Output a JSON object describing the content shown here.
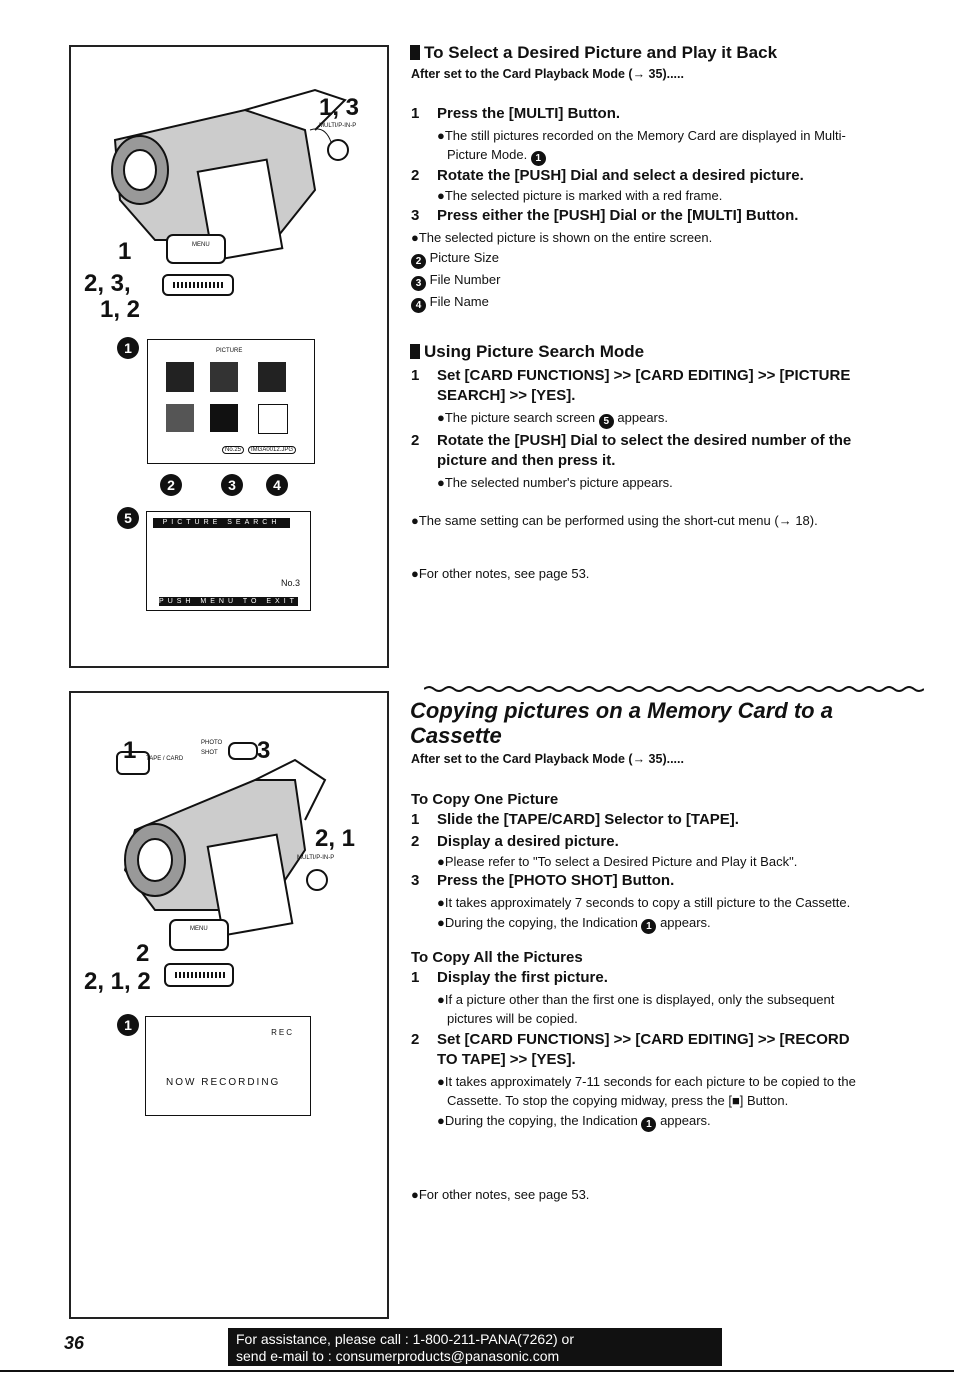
{
  "top_figure": {
    "labels": {
      "one_three": "1, 3",
      "one": "1",
      "two_three": "2, 3,",
      "one_two": "1, 2"
    },
    "small": {
      "multi": "MULTI/P-IN-P",
      "menu": "MENU",
      "picture": "PICTURE",
      "file_size": "No.25",
      "file_name": "IMGA0012.JPG"
    },
    "callouts": {
      "c1": "1",
      "c2": "2",
      "c3": "3",
      "c4": "4",
      "c5": "5"
    },
    "search_screen": {
      "top_bar": "PICTURE SEARCH",
      "no_label": "No.3",
      "bottom_bar": "PUSH MENU TO EXIT"
    }
  },
  "section1": {
    "heading": "To Select a Desired Picture and Play it Back",
    "subheading": "After set to the Card Playback Mode (→ 35).....",
    "steps": [
      {
        "num": "1",
        "text": "Press the [MULTI] Button."
      },
      {
        "num": "2",
        "text": "Rotate the [PUSH] Dial and select a desired picture."
      },
      {
        "num": "3",
        "text": "Press either the [PUSH] Dial or the [MULTI] Button."
      }
    ],
    "note1a": "●The still pictures recorded on the Memory Card are displayed in Multi-",
    "note1b": "Picture Mode.",
    "note1_icon": "1",
    "note2": "●The selected picture is marked with a red frame.",
    "note3": "●The selected picture is shown on the entire screen.",
    "legend": [
      {
        "icon": "2",
        "text": "Picture Size"
      },
      {
        "icon": "3",
        "text": "File Number"
      },
      {
        "icon": "4",
        "text": "File Name"
      }
    ]
  },
  "section2": {
    "heading": "Using Picture Search Mode",
    "step1_num": "1",
    "step1_line1": "Set [CARD FUNCTIONS] >> [CARD EDITING] >> [PICTURE",
    "step1_line2": "SEARCH] >> [YES].",
    "step1_note": "●The picture search screen",
    "step1_note_icon": "5",
    "step1_note_end": "appears.",
    "step2_num": "2",
    "step2_line1": "Rotate the [PUSH] Dial to select the desired number of the",
    "step2_line2": "picture and then press it.",
    "step2_note": "●The selected number's picture appears.",
    "shortcut_note": "●The same setting can be performed using the short-cut menu (→ 18).",
    "other_notes": "●For other notes, see page 53."
  },
  "bottom_figure": {
    "labels": {
      "one": "1",
      "three": "3",
      "two_one": "2, 1",
      "two": "2",
      "two_one_two": "2, 1, 2"
    },
    "small": {
      "tape_card": "TAPE / CARD",
      "photo": "PHOTO",
      "shot": "SHOT",
      "multi": "MULTI/P-IN-P",
      "menu": "MENU"
    },
    "callout": "1",
    "rec_screen": {
      "rec": "REC",
      "now_recording": "NOW RECORDING"
    }
  },
  "section3": {
    "title_line1": "Copying pictures on a Memory Card to a",
    "title_line2": "Cassette",
    "subheading": "After set to the Card Playback Mode (→ 35).....",
    "copy_one_heading": "To Copy One Picture",
    "copy_one_steps": [
      {
        "num": "1",
        "text": "Slide the [TAPE/CARD] Selector to [TAPE]."
      },
      {
        "num": "2",
        "text": "Display a desired picture."
      },
      {
        "num": "3",
        "text": "Press the [PHOTO SHOT] Button."
      }
    ],
    "copy_one_note2": "●Please refer to \"To select a Desired Picture and Play it Back\".",
    "copy_one_note3a": "●It takes approximately 7 seconds to copy a still picture to the Cassette.",
    "copy_one_note3b": "●During the copying, the Indication",
    "copy_one_note3b_icon": "1",
    "copy_one_note3b_end": "appears.",
    "copy_all_heading": "To Copy All the Pictures",
    "copy_all_step1_num": "1",
    "copy_all_step1": "Display the first picture.",
    "copy_all_note1a": "●If a picture other than the first one is displayed, only the subsequent",
    "copy_all_note1b": "pictures will be copied.",
    "copy_all_step2_num": "2",
    "copy_all_step2a": "Set [CARD FUNCTIONS] >> [CARD EDITING] >> [RECORD",
    "copy_all_step2b": "TO TAPE] >> [YES].",
    "copy_all_note2a": "●It takes approximately 7-11 seconds for each picture to be copied to the",
    "copy_all_note2b": "Cassette. To stop the copying midway, press the [■] Button.",
    "copy_all_note2c": "●During the copying, the Indication",
    "copy_all_note2c_icon": "1",
    "copy_all_note2c_end": "appears.",
    "other_notes": "●For other notes, see page 53."
  },
  "footer": {
    "page_number": "36",
    "assist_line1": "For assistance, please call : 1-800-211-PANA(7262) or",
    "assist_line2": "send e-mail to : consumerproducts@panasonic.com"
  }
}
